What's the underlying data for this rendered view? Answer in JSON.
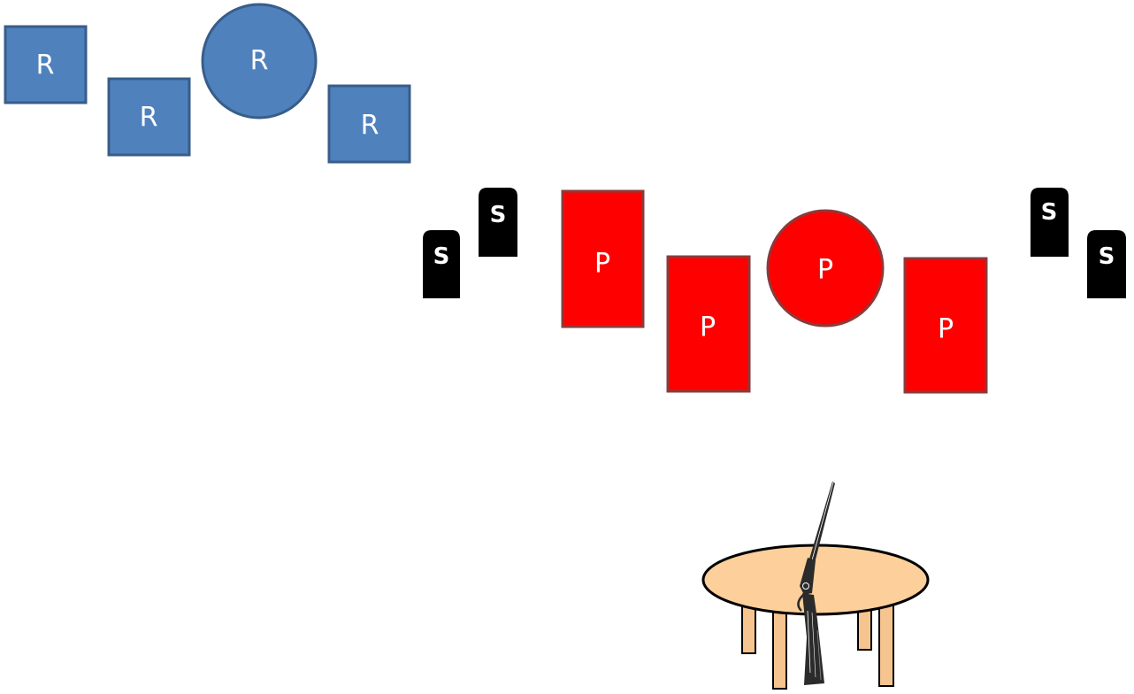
{
  "colors": {
    "r_fill": "#4f81bd",
    "r_stroke": "#385d8a",
    "p_fill": "#ff0000",
    "p_stroke": "#8b3a3a",
    "s_fill": "#000000",
    "label": "#ffffff",
    "table_top": "#fdcf9a",
    "table_leg": "#f6c48f",
    "table_stroke": "#000000",
    "gun": "#2b2b2b"
  },
  "r_targets": [
    {
      "shape": "square",
      "label": "R"
    },
    {
      "shape": "square",
      "label": "R"
    },
    {
      "shape": "circle",
      "label": "R"
    },
    {
      "shape": "square",
      "label": "R"
    }
  ],
  "s_markers": [
    {
      "label": "S"
    },
    {
      "label": "S"
    },
    {
      "label": "S"
    },
    {
      "label": "S"
    }
  ],
  "p_targets": [
    {
      "shape": "rect",
      "label": "P"
    },
    {
      "shape": "rect",
      "label": "P"
    },
    {
      "shape": "circle",
      "label": "P"
    },
    {
      "shape": "rect",
      "label": "P"
    }
  ],
  "table": {
    "icon": "table-icon"
  },
  "gun": {
    "icon": "shotgun-icon"
  }
}
